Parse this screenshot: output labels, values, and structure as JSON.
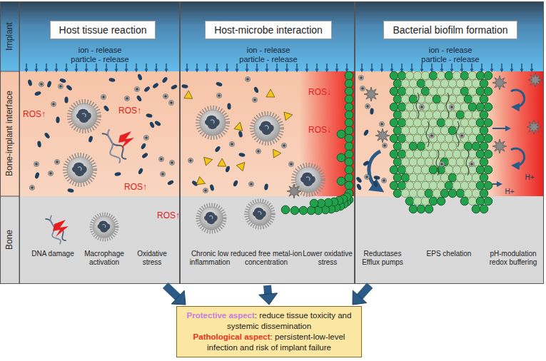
{
  "diagram": {
    "nodes": [
      {
        "text": [
          "ion - release",
          "particle - release",
          "DNA damage",
          "Macrophage activation",
          "Oxidative stress"
        ]
      },
      {
        "text": [
          "Host tissue reaction"
        ],
        "in": 0
      },
      {
        "text": [
          "ion - release",
          "particle - release",
          "Chronic low inflammation",
          "reduced free metal-ion concentration",
          "Lower oxidative stress"
        ]
      },
      {
        "text": [
          "Host-microbe interaction"
        ],
        "in": 2
      },
      {
        "text": [
          "ion - release",
          "particle - release",
          "Reductases Efflux pumps",
          "EPS chelation",
          "pH-modulation redox buffering"
        ]
      },
      {
        "text": [
          "Bacterial biofilm formation"
        ],
        "in": 4
      },
      {
        "text": [
          "Protective aspect",
          ": reduce tissue toxicity and systemic dissemination",
          "Pathological aspect",
          ": persistent-low-level infection and risk of implant failure"
        ]
      }
    ],
    "edges": [
      {
        "from": 0,
        "to": 6,
        "arrow": "to"
      },
      {
        "from": 2,
        "to": 6,
        "arrow": "to"
      },
      {
        "from": 4,
        "to": 6,
        "arrow": "to"
      }
    ],
    "labels": [
      "Implant",
      "Bone-implant interface",
      "Bone",
      "ROS↑",
      "ROS↑",
      "ROS↑",
      "ROS↑",
      "ROS↓",
      "ROS↓",
      "H+",
      "H+"
    ]
  }
}
